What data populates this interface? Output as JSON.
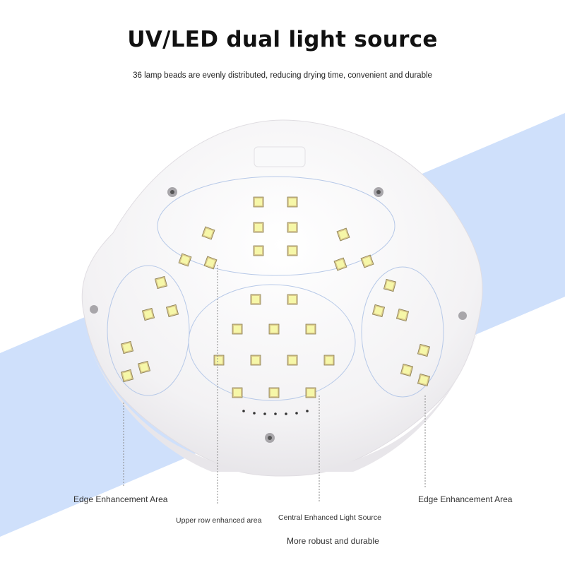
{
  "header": {
    "title": "UV/LED dual light source",
    "subtitle": "36 lamp beads are evenly distributed, reducing drying time, convenient and durable"
  },
  "callouts": {
    "edge_left": "Edge Enhancement Area",
    "upper_row": "Upper row enhanced area",
    "central": "Central Enhanced Light Source",
    "robust": "More robust and durable",
    "edge_right": "Edge Enhancement Area"
  },
  "colors": {
    "band_blue": "#cfe0fb",
    "device_white": "#f6f5f6",
    "zone_outline": "#b7c9e8",
    "led_yellow": "#f6f7a8",
    "led_frame": "#d9c98a"
  }
}
